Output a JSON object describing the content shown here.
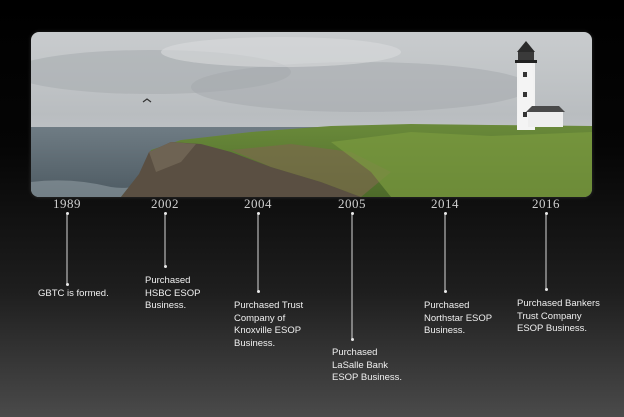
{
  "milestones": [
    {
      "year": "1989",
      "text": "GBTC is formed."
    },
    {
      "year": "2002",
      "text": "Purchased\nHSBC ESOP\nBusiness."
    },
    {
      "year": "2004",
      "text": "Purchased Trust\nCompany of\nKnoxville ESOP\nBusiness."
    },
    {
      "year": "2005",
      "text": "Purchased\nLaSalle Bank\nESOP Business."
    },
    {
      "year": "2014",
      "text": "Purchased\nNorthstar ESOP\nBusiness."
    },
    {
      "year": "2016",
      "text": "Purchased Bankers\nTrust Company\nESOP Business."
    }
  ],
  "colors": {
    "background_top": "#000000",
    "background_bottom": "#4a4a4a",
    "text": "#f0f0f0",
    "stem": "#d8d8d8"
  }
}
